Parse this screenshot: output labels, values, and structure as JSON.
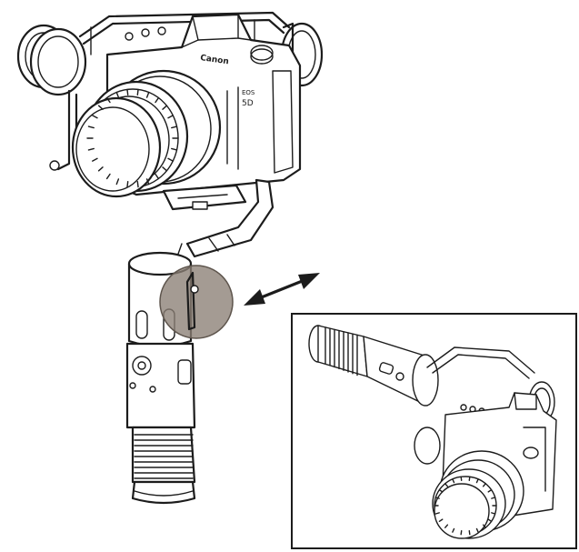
{
  "camera": {
    "brand": "Canon",
    "model_line1": "EOS",
    "model_line2": "5D"
  },
  "colors": {
    "line": "#1c1c1c",
    "background": "#ffffff",
    "highlight": "#8a7f74"
  },
  "icons": {
    "arrow": "double-headed-arrow-icon"
  }
}
